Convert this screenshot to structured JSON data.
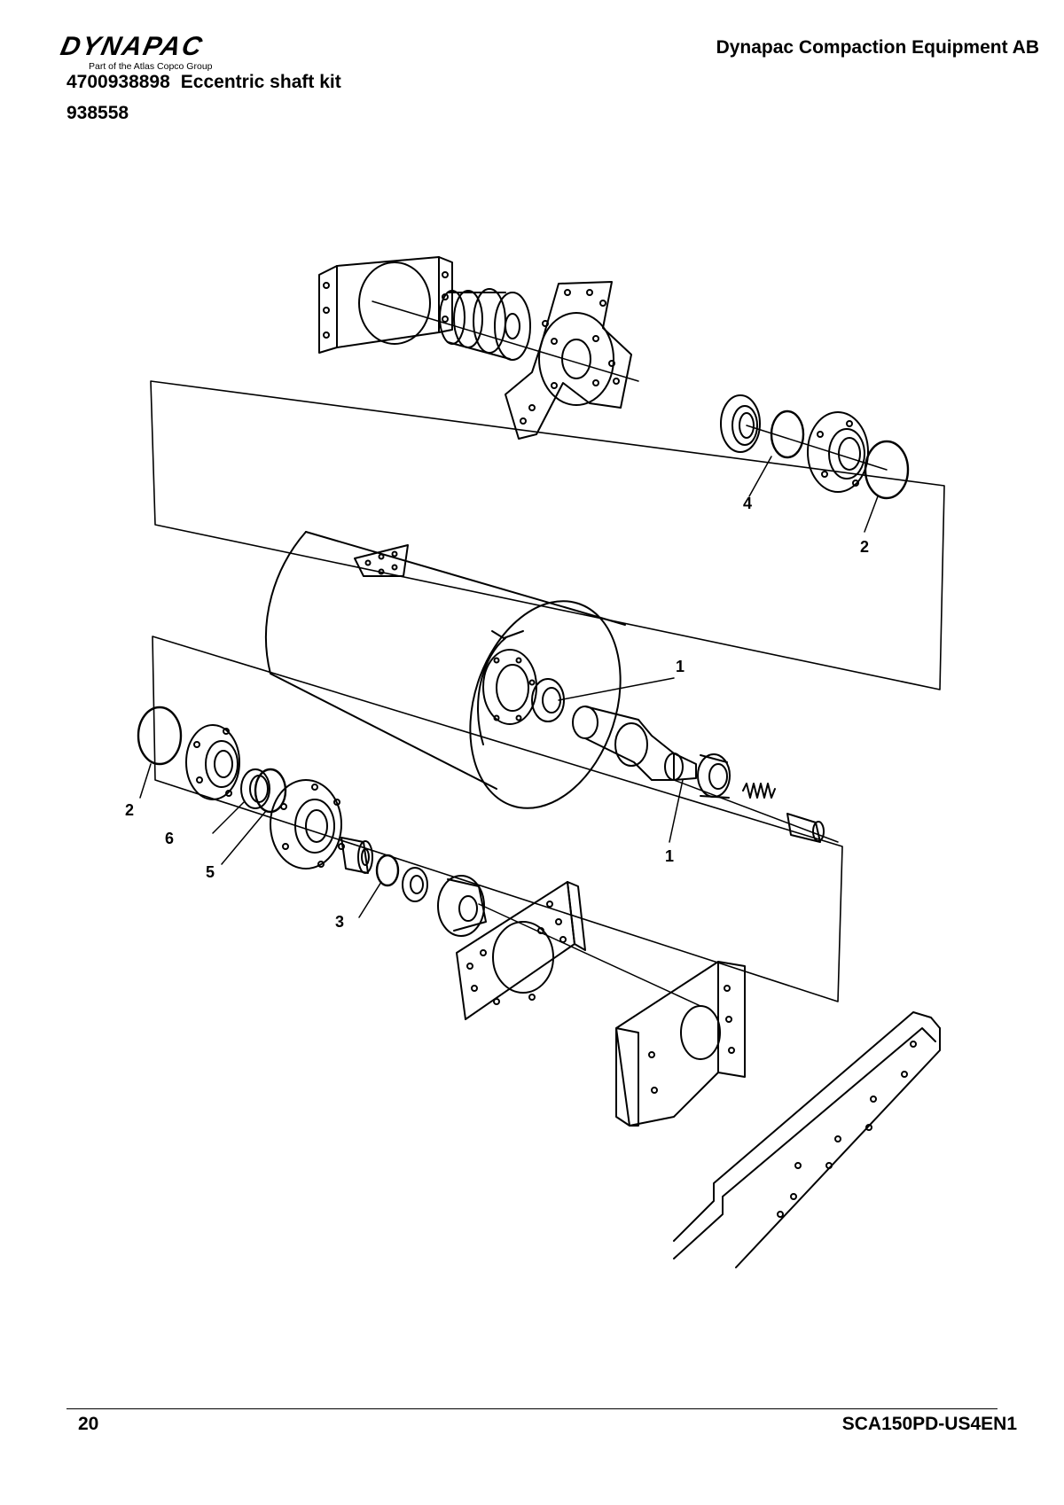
{
  "header": {
    "logo_text": "DYNAPAC",
    "logo_tagline": "Part of the Atlas Copco Group",
    "company": "Dynapac Compaction Equipment AB",
    "part_number": "4700938898",
    "kit_name": "Eccentric shaft kit",
    "reference": "938558"
  },
  "callouts": {
    "bearing_top": "1",
    "bearing_bottom": "1",
    "oring_right": "2",
    "oring_left": "2",
    "oring_shaft": "3",
    "seal_right": "4",
    "housing": "5",
    "seal_left": "6"
  },
  "footer": {
    "page_number": "20",
    "document_code": "SCA150PD-US4EN1"
  }
}
